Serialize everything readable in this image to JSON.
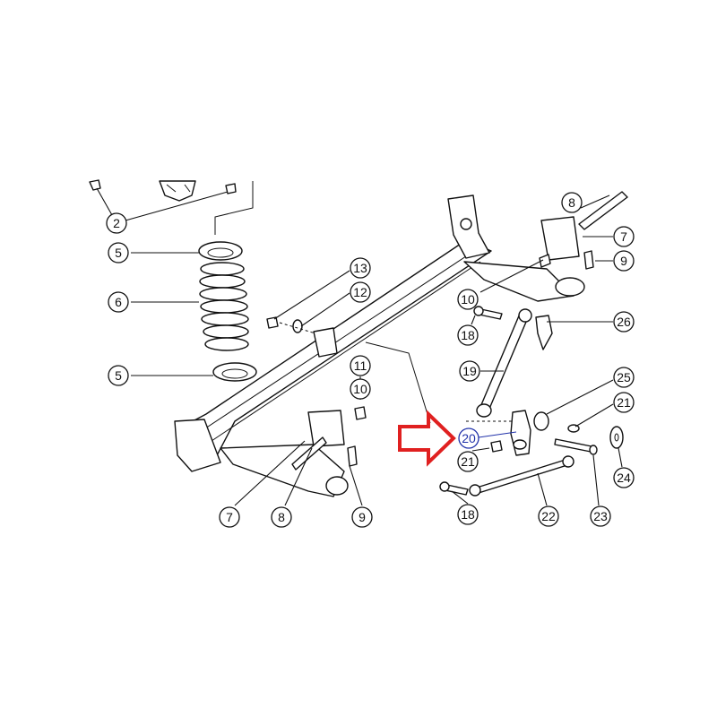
{
  "arrow_color": "#e02020",
  "highlight_color": "#2233aa",
  "callouts": [
    {
      "id": "c2a",
      "label": "2"
    },
    {
      "id": "c5a",
      "label": "5"
    },
    {
      "id": "c6",
      "label": "6"
    },
    {
      "id": "c5b",
      "label": "5"
    },
    {
      "id": "c13",
      "label": "13"
    },
    {
      "id": "c12",
      "label": "12"
    },
    {
      "id": "c11",
      "label": "11"
    },
    {
      "id": "c10a",
      "label": "10"
    },
    {
      "id": "c7a",
      "label": "7"
    },
    {
      "id": "c8a",
      "label": "8"
    },
    {
      "id": "c9a",
      "label": "9"
    },
    {
      "id": "c8b",
      "label": "8"
    },
    {
      "id": "c7b",
      "label": "7"
    },
    {
      "id": "c9b",
      "label": "9"
    },
    {
      "id": "c10b",
      "label": "10"
    },
    {
      "id": "c26",
      "label": "26"
    },
    {
      "id": "c18a",
      "label": "18"
    },
    {
      "id": "c19",
      "label": "19"
    },
    {
      "id": "c25",
      "label": "25"
    },
    {
      "id": "c21a",
      "label": "21"
    },
    {
      "id": "c20",
      "label": "20"
    },
    {
      "id": "c24",
      "label": "24"
    },
    {
      "id": "c21b",
      "label": "21"
    },
    {
      "id": "c18b",
      "label": "18"
    },
    {
      "id": "c22",
      "label": "22"
    },
    {
      "id": "c23",
      "label": "23"
    }
  ]
}
